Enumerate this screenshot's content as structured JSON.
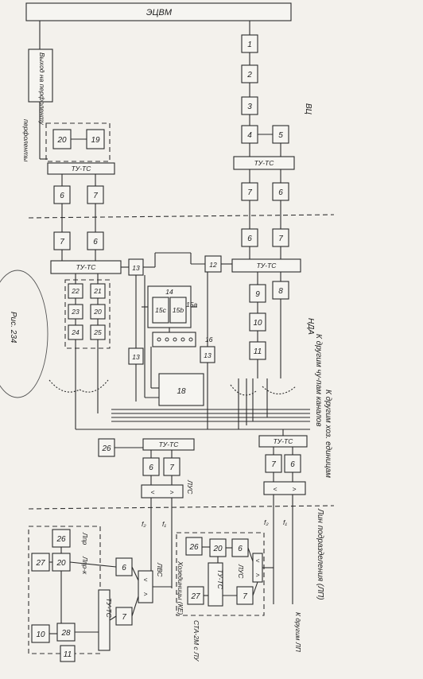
{
  "diagram": {
    "computer_label": "ЭЦВМ",
    "tu_tc": "ТУ-ТС",
    "output_label": "Выход на перфоленту",
    "perfolenta": "перфоленты",
    "vc_label": "ВЦ",
    "nda_label": "НДА",
    "lus_label": "ЛУС",
    "lp_label": "Лин подразделения (ЛП)",
    "other_units_1": "К другим хоз. единицам",
    "other_units_2": "К другим чу-пам каналов",
    "sta_label": "СТА-2М с ЛУ",
    "ke_label": "Хозединицы (КЕ)",
    "to_lp_label": "К другим ЛП",
    "fig_caption": "Рис. 234",
    "f1": "f₁",
    "f2": "f₂",
    "lpr": "Лпр",
    "lprk": "Лпр-к",
    "lvs": "ЛВС",
    "boxes": {
      "b1": "1",
      "b2": "2",
      "b3": "3",
      "b4": "4",
      "b5": "5",
      "b6": "6",
      "b7": "7",
      "b8": "8",
      "b9": "9",
      "b10": "10",
      "b11": "11",
      "b12": "12",
      "b13": "13",
      "b14": "14",
      "b15a": "15a",
      "b15b": "15b",
      "b15c": "15c",
      "b16": "16",
      "b18": "18",
      "b19": "19",
      "b20": "20",
      "b21": "21",
      "b22": "22",
      "b23": "23",
      "b24": "24",
      "b25": "25",
      "b26": "26",
      "b27": "27",
      "b28": "28",
      "b26l": "26"
    }
  }
}
